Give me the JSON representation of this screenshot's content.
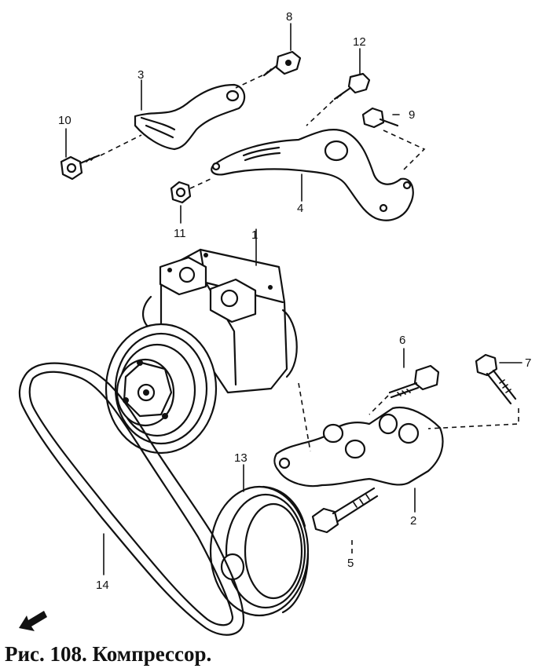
{
  "caption": "Рис. 108. Компрессор.",
  "callouts": [
    "1",
    "2",
    "3",
    "4",
    "5",
    "6",
    "7",
    "8",
    "9",
    "10",
    "11",
    "12",
    "13",
    "14"
  ]
}
